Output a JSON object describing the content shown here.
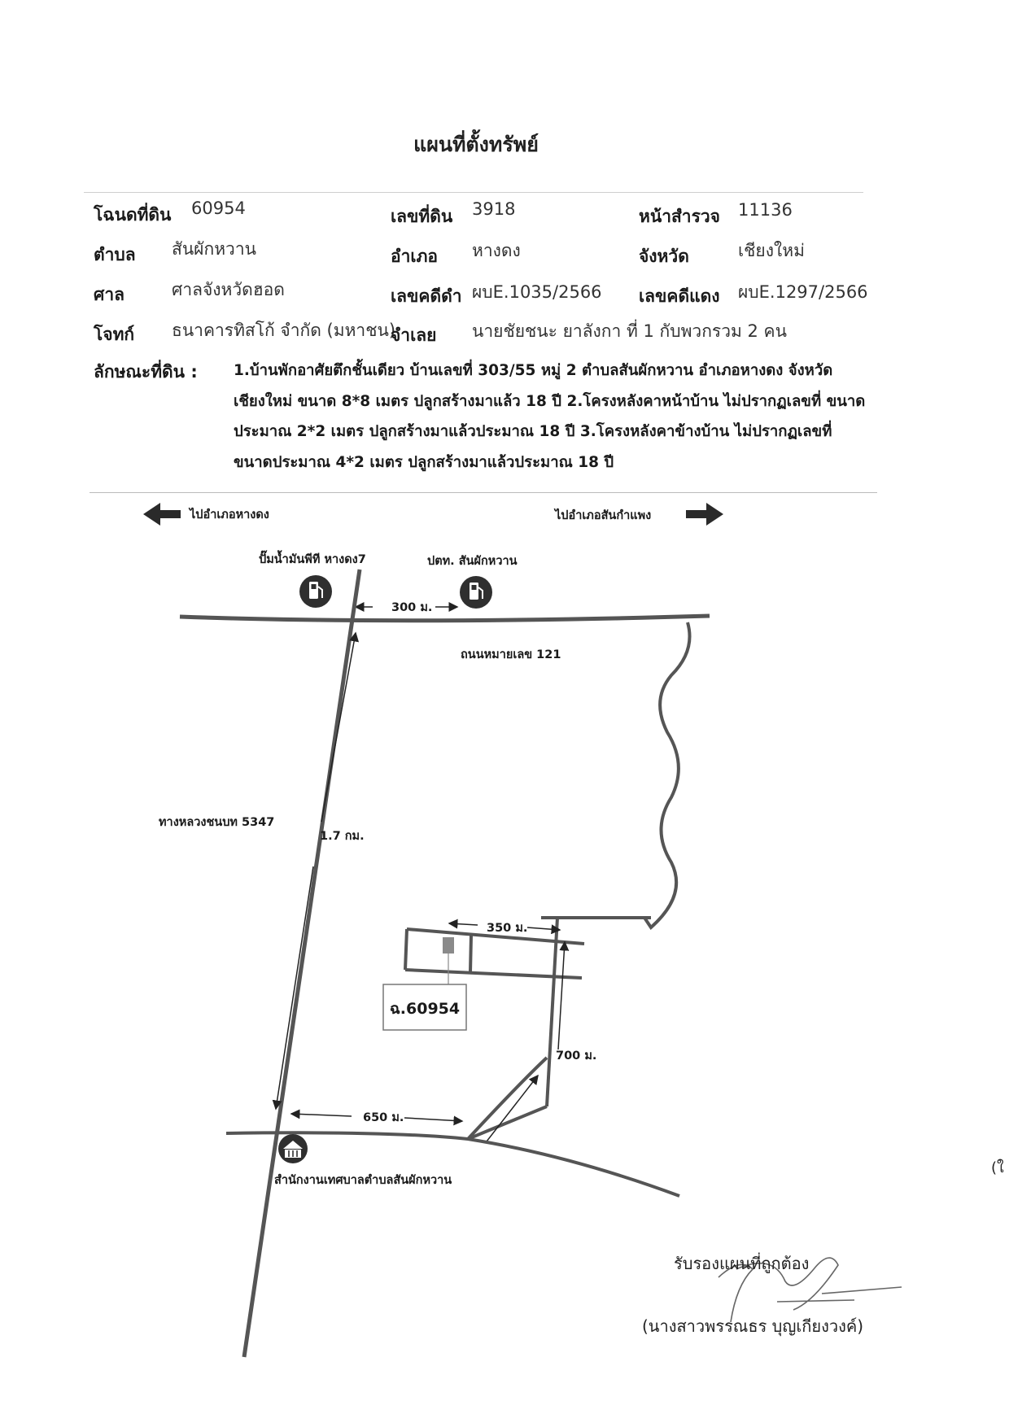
{
  "title": "แผนที่ตั้งทรัพย์",
  "info": {
    "deed_label": "โฉนดที่ดิน",
    "deed_value": "60954",
    "land_no_label": "เลขที่ดิน",
    "land_no_value": "3918",
    "survey_label": "หน้าสำรวจ",
    "survey_value": "11136",
    "subdistrict_label": "ตำบล",
    "subdistrict_value": "สันผักหวาน",
    "district_label": "อำเภอ",
    "district_value": "หางดง",
    "province_label": "จังหวัด",
    "province_value": "เชียงใหม่",
    "court_label": "ศาล",
    "court_value": "ศาลจังหวัดฮอด",
    "black_case_label": "เลขคดีดำ",
    "black_case_value": "ผบE.1035/2566",
    "red_case_label": "เลขคดีแดง",
    "red_case_value": "ผบE.1297/2566",
    "plaintiff_label": "โจทก์",
    "plaintiff_value": "ธนาคารทิสโก้ จำกัด (มหาชน)",
    "defendant_label": "จำเลย",
    "defendant_value": "นายชัยชนะ ยาลังกา  ที่ 1  กับพวกรวม 2 คน",
    "land_desc_label": "ลักษณะที่ดิน :",
    "land_desc_lines": [
      "1.บ้านพักอาศัยตึกชั้นเดียว บ้านเลขที่ 303/55 หมู่ 2 ตำบลสันผักหวาน อำเภอหางดง จังหวัด",
      "เชียงใหม่ ขนาด 8*8 เมตร ปลูกสร้างมาแล้ว 18 ปี 2.โครงหลังคาหน้าบ้าน ไม่ปรากฏเลขที่ ขนาด",
      "ประมาณ 2*2 เมตร ปลูกสร้างมาแล้วประมาณ 18 ปี 3.โครงหลังคาข้างบ้าน ไม่ปรากฏเลขที่",
      "ขนาดประมาณ 4*2 เมตร ปลูกสร้างมาแล้วประมาณ 18 ปี"
    ]
  },
  "map": {
    "to_left": "ไปอำเภอหางดง",
    "to_right": "ไปอำเภอสันกำแพง",
    "gas_station_1": "ปั๊มน้ำมันพีที หางดง7",
    "gas_station_2": "ปตท. สันผักหวาน",
    "dist_300": "300 ม.",
    "road_121": "ถนนหมายเลข 121",
    "rural_road": "ทางหลวงชนบท 5347",
    "dist_17km": "1.7 กม.",
    "dist_350": "350 ม.",
    "parcel": "ฉ.60954",
    "dist_700": "700 ม.",
    "dist_650": "650 ม.",
    "municipality": "สำนักงานเทศบาลตำบลสันผักหวาน"
  },
  "margin_mark": "(ใ",
  "certify": "รับรองแผนที่ถูกต้อง",
  "signer": "(นางสาวพรรณธร บุญเกียงวงค์)"
}
